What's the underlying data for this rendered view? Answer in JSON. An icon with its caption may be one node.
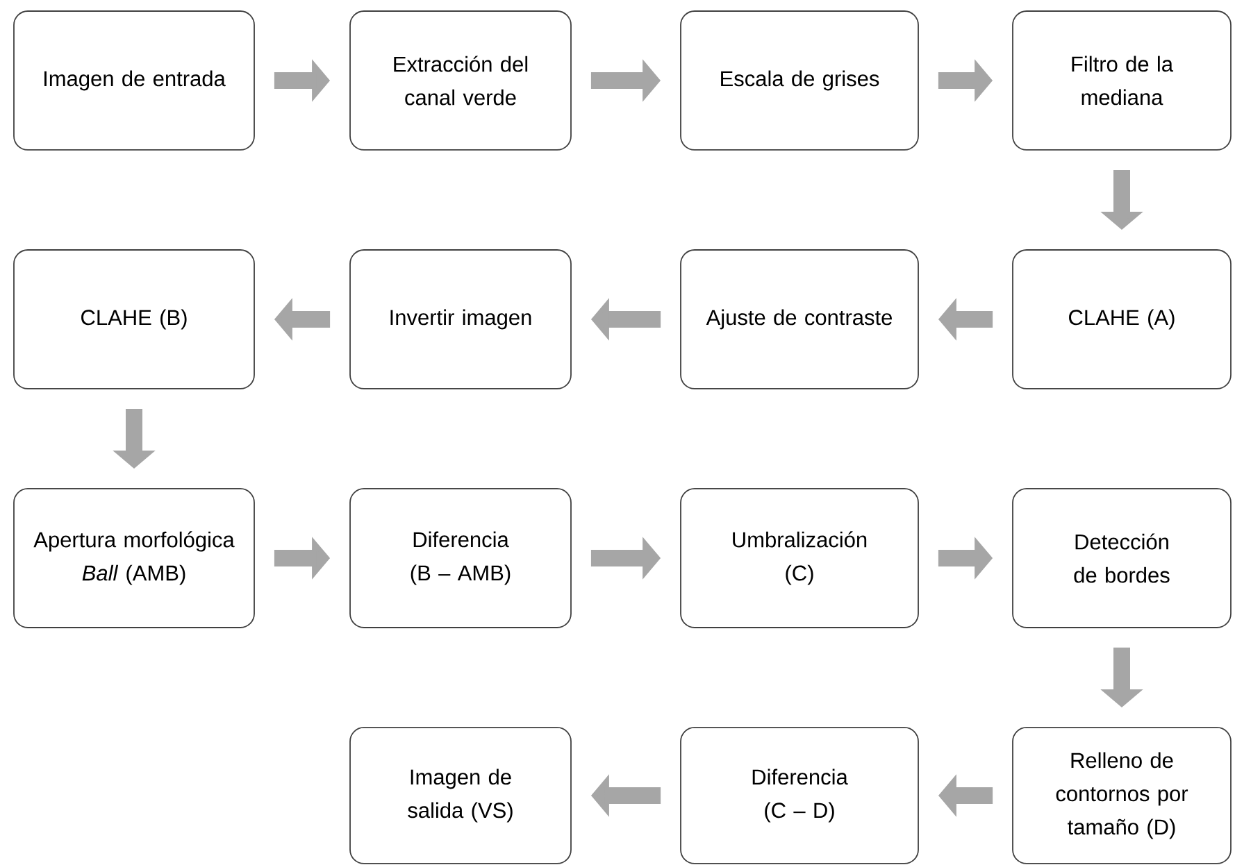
{
  "diagram": {
    "nodes": [
      {
        "text": [
          "Imagen de entrada"
        ]
      },
      {
        "text": [
          "Extracción del canal verde"
        ]
      },
      {
        "text": [
          "Escala de grises"
        ]
      },
      {
        "text": [
          "Filtro de la mediana"
        ]
      },
      {
        "text": [
          "CLAHE (B)"
        ]
      },
      {
        "text": [
          "Invertir imagen"
        ]
      },
      {
        "text": [
          "Ajuste de contraste"
        ]
      },
      {
        "text": [
          "CLAHE (A)"
        ]
      },
      {
        "text": [
          "Apertura morfológica *Ball* (AMB)"
        ]
      },
      {
        "text": [
          "Diferencia (B – AMB)"
        ]
      },
      {
        "text": [
          "Umbralización (C)"
        ]
      },
      {
        "text": [
          "Detección de bordes"
        ]
      },
      {
        "text": [
          "Imagen de salida (VS)"
        ]
      },
      {
        "text": [
          "Diferencia (C – D)"
        ]
      },
      {
        "text": [
          "Relleno de contornos por tamaño (D)"
        ]
      }
    ],
    "edges": [
      {
        "from": 0,
        "to": 1,
        "arrow": "to"
      },
      {
        "from": 1,
        "to": 2,
        "arrow": "to"
      },
      {
        "from": 2,
        "to": 3,
        "arrow": "to"
      },
      {
        "from": 3,
        "to": 7,
        "arrow": "to"
      },
      {
        "from": 7,
        "to": 6,
        "arrow": "to"
      },
      {
        "from": 6,
        "to": 5,
        "arrow": "to"
      },
      {
        "from": 5,
        "to": 4,
        "arrow": "to"
      },
      {
        "from": 4,
        "to": 8,
        "arrow": "to"
      },
      {
        "from": 8,
        "to": 9,
        "arrow": "to"
      },
      {
        "from": 9,
        "to": 10,
        "arrow": "to"
      },
      {
        "from": 10,
        "to": 11,
        "arrow": "to"
      },
      {
        "from": 11,
        "to": 14,
        "arrow": "to"
      },
      {
        "from": 14,
        "to": 13,
        "arrow": "to"
      },
      {
        "from": 13,
        "to": 12,
        "arrow": "to"
      }
    ]
  }
}
